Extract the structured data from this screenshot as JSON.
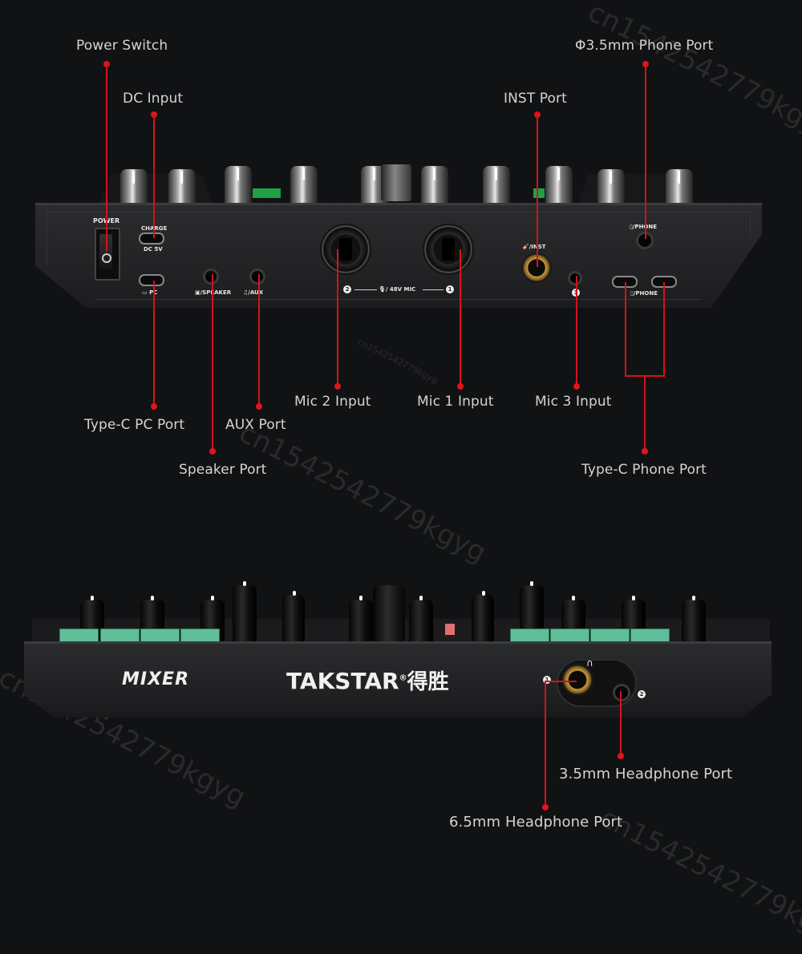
{
  "watermarks": [
    "cn1542542779kgyg",
    "cn1542542779kgyg",
    "cn1542542779kgyg",
    "cn1542542779kgyg",
    "cn1542542779kgyg"
  ],
  "top_callouts": {
    "power_switch": "Power Switch",
    "dc_input": "DC Input",
    "inst_port": "INST Port",
    "phone_35_port": "Φ3.5mm Phone Port",
    "type_c_pc_port": "Type-C PC Port",
    "aux_port": "AUX Port",
    "speaker_port": "Speaker Port",
    "mic2_input": "Mic 2 Input",
    "mic1_input": "Mic 1 Input",
    "mic3_input": "Mic 3 Input",
    "type_c_phone_port": "Type-C Phone Port"
  },
  "rear_panel": {
    "power": "POWER",
    "charge": "CHARGE",
    "dc5v": "DC 5V",
    "pc": "PC",
    "speaker": "SPEAKER",
    "aux": "AUX",
    "mic_label": "/ 48V MIC",
    "mic2_num": "2",
    "mic1_num": "1",
    "mic3_num": "3",
    "inst": "/INST",
    "phone_top": "PHONE",
    "phone_bottom": "PHONE"
  },
  "front_panel": {
    "mixer": "MIXER",
    "brand": "TAKSTAR",
    "registered": "®",
    "brand_cn": "得胜",
    "hp1_num": "1",
    "hp2_num": "2"
  },
  "bottom_callouts": {
    "hp_35": "3.5mm Headphone Port",
    "hp_65": "6.5mm Headphone Port"
  },
  "colors": {
    "background": "#111214",
    "callout_red": "#e0141c",
    "label_text": "#d4d4d4",
    "pad_green": "#5fbf9a"
  }
}
